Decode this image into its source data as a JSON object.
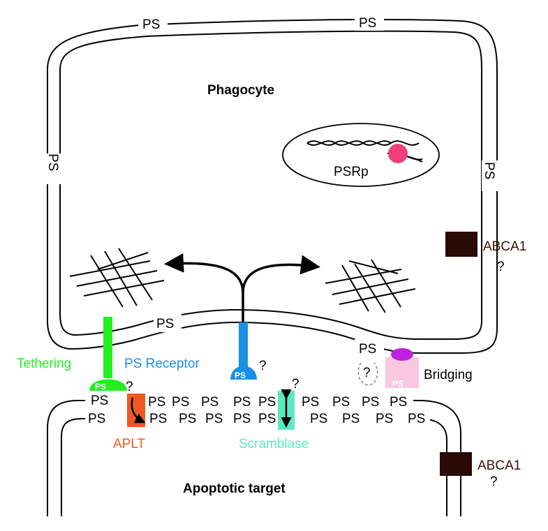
{
  "labels": {
    "phagocyte": "Phagocyte",
    "target": "Apoptotic target",
    "psrp": "PSRp",
    "abca1_top": "ABCA1",
    "abca1_top_q": "?",
    "abca1_bottom": "ABCA1",
    "abca1_bottom_q": "?",
    "tethering": "Tethering",
    "ps_receptor": "PS Receptor",
    "ps_receptor_q": "?",
    "bridging": "Bridging",
    "bridging_q": "?",
    "aplt": "APLT",
    "aplt_q": "?",
    "scramblase": "Scramblase",
    "scramblase_q": "?",
    "ps": "PS"
  },
  "colors": {
    "tethering": "#22ee22",
    "ps_receptor": "#1a8fe6",
    "aplt": "#f05a22",
    "scramblase": "#5de8c0",
    "bridging": "#f8c8e0",
    "bridging_cap": "#c020e0",
    "abca1": "#2a0a06",
    "psrp_dot": "#f0407a",
    "abca1_text": "#3a1008"
  },
  "icons": {
    "cytoskeleton": "crosshatch-icon",
    "dna": "double-helix-icon",
    "arrows": "curved-arrow-icon",
    "flip": "curved-arrow-icon",
    "scramble": "double-arrow-icon"
  }
}
